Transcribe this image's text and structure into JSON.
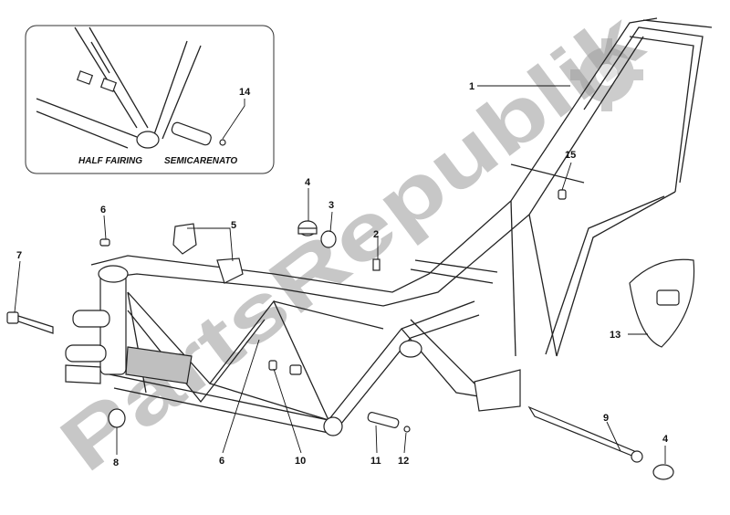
{
  "inset": {
    "caption_left": "HALF FAIRING",
    "caption_right": "SEMICARENATO"
  },
  "callouts": [
    "1",
    "2",
    "3",
    "4",
    "5",
    "6",
    "7",
    "8",
    "9",
    "10",
    "11",
    "12",
    "13",
    "14",
    "15"
  ],
  "watermark": "PartsRepublik"
}
